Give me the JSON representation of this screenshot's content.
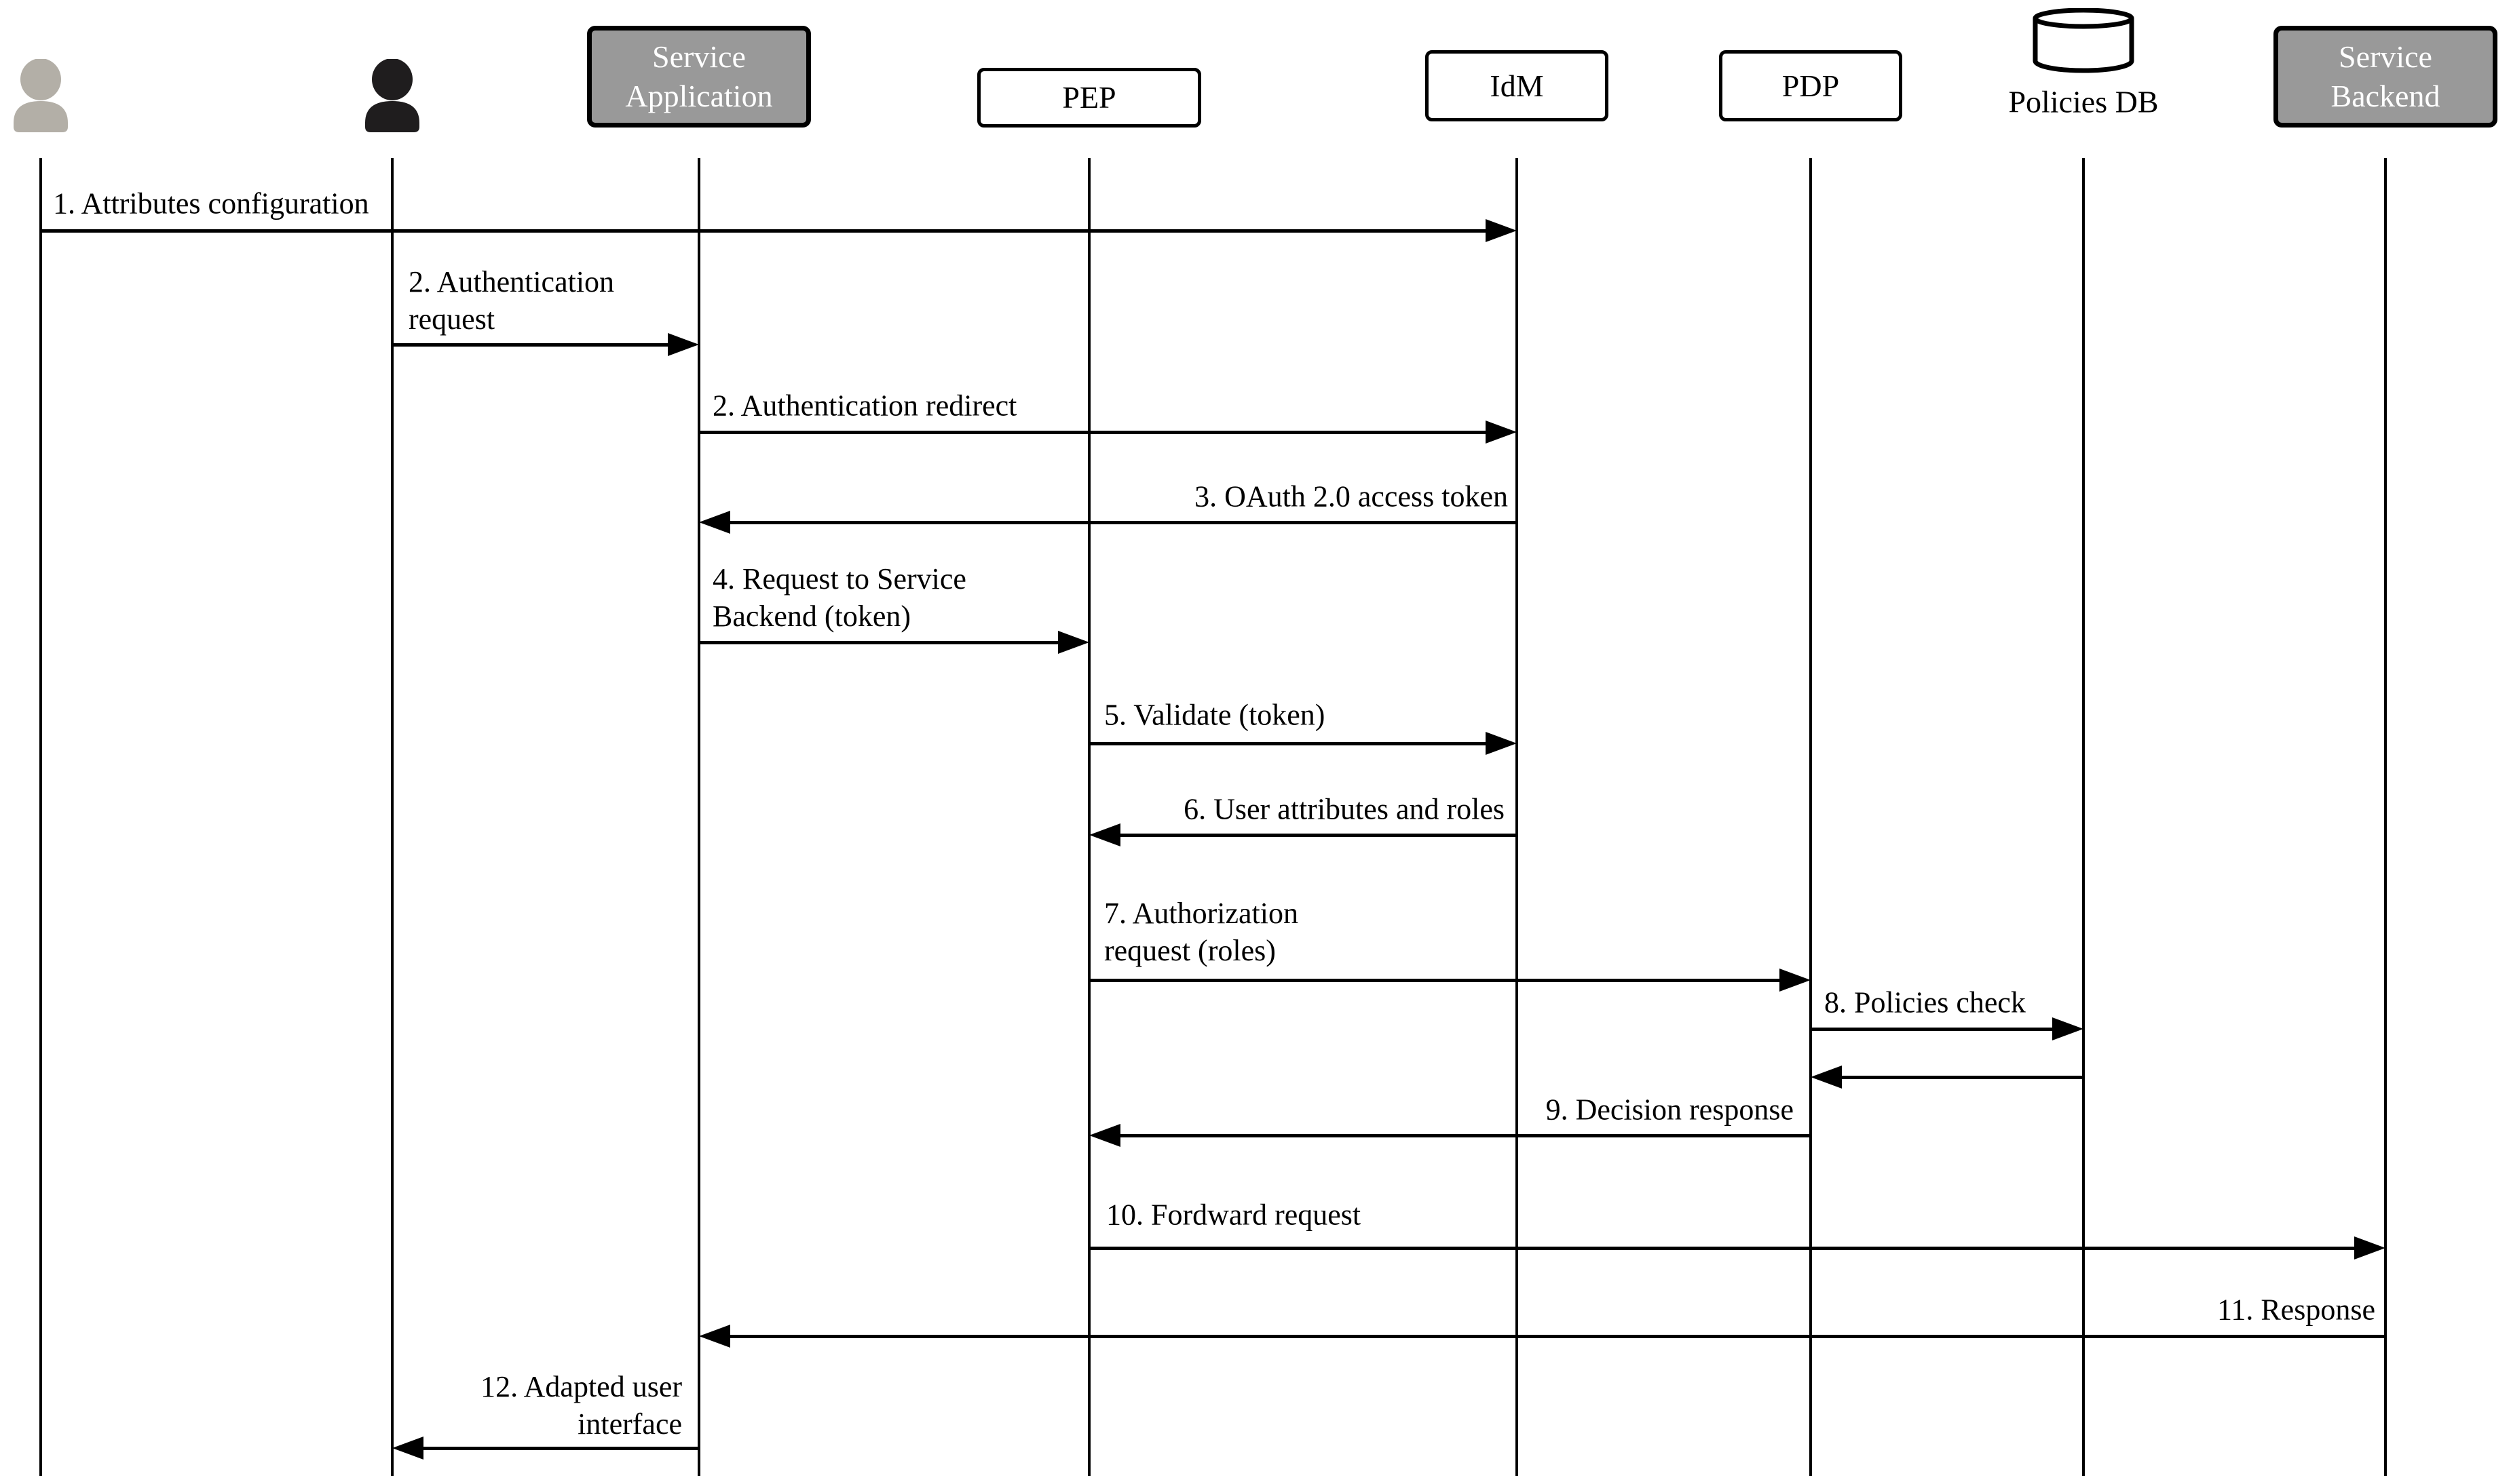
{
  "colors": {
    "box_gray": "#999999",
    "person_gray": "#b3afa7",
    "person_black": "#1f1d1e",
    "line_black": "#000000",
    "box_text_white": "#ffffff"
  },
  "actors": [
    {
      "id": "user-gray",
      "type": "person-icon",
      "label": ""
    },
    {
      "id": "user-black",
      "type": "person-icon",
      "label": ""
    },
    {
      "id": "service-application",
      "type": "gray-box",
      "label": "Service Application",
      "label_lines": [
        "Service",
        "Application"
      ]
    },
    {
      "id": "pep",
      "type": "white-box",
      "label": "PEP"
    },
    {
      "id": "idm",
      "type": "white-box",
      "label": "IdM"
    },
    {
      "id": "pdp",
      "type": "white-box",
      "label": "PDP"
    },
    {
      "id": "policies-db",
      "type": "database-icon",
      "label": "Policies DB"
    },
    {
      "id": "service-backend",
      "type": "gray-box",
      "label": "Service Backend",
      "label_lines": [
        "Service",
        "Backend"
      ]
    }
  ],
  "messages": [
    {
      "n": 1,
      "from": "user-gray",
      "to": "idm",
      "direction": "right",
      "label_lines": [
        "1. Attributes configuration"
      ]
    },
    {
      "n": 2,
      "from": "user-black",
      "to": "service-application",
      "direction": "right",
      "label_lines": [
        "2. Authentication",
        "request"
      ]
    },
    {
      "n": 3,
      "from": "service-application",
      "to": "idm",
      "direction": "right",
      "label_lines": [
        "2. Authentication redirect"
      ]
    },
    {
      "n": 4,
      "from": "idm",
      "to": "service-application",
      "direction": "left",
      "label_lines": [
        "3. OAuth 2.0 access token"
      ]
    },
    {
      "n": 5,
      "from": "service-application",
      "to": "pep",
      "direction": "right",
      "label_lines": [
        "4. Request to Service",
        "Backend (token)"
      ]
    },
    {
      "n": 6,
      "from": "pep",
      "to": "idm",
      "direction": "right",
      "label_lines": [
        "5. Validate (token)"
      ]
    },
    {
      "n": 7,
      "from": "idm",
      "to": "pep",
      "direction": "left",
      "label_lines": [
        "6. User attributes and roles"
      ]
    },
    {
      "n": 8,
      "from": "pep",
      "to": "pdp",
      "direction": "right",
      "label_lines": [
        "7. Authorization",
        "request (roles)"
      ]
    },
    {
      "n": 9,
      "from": "pdp",
      "to": "policies-db",
      "direction": "right",
      "label_lines": [
        "8. Policies check"
      ]
    },
    {
      "n": 10,
      "from": "policies-db",
      "to": "pdp",
      "direction": "left",
      "label_lines": []
    },
    {
      "n": 11,
      "from": "pdp",
      "to": "pep",
      "direction": "left",
      "label_lines": [
        "9. Decision response"
      ]
    },
    {
      "n": 12,
      "from": "pep",
      "to": "service-backend",
      "direction": "right",
      "label_lines": [
        "10. Fordward request"
      ]
    },
    {
      "n": 13,
      "from": "service-backend",
      "to": "service-application",
      "direction": "left",
      "label_lines": [
        "11. Response"
      ]
    },
    {
      "n": 14,
      "from": "service-application",
      "to": "user-black",
      "direction": "left",
      "label_lines": [
        "12. Adapted user",
        "interface"
      ]
    }
  ]
}
